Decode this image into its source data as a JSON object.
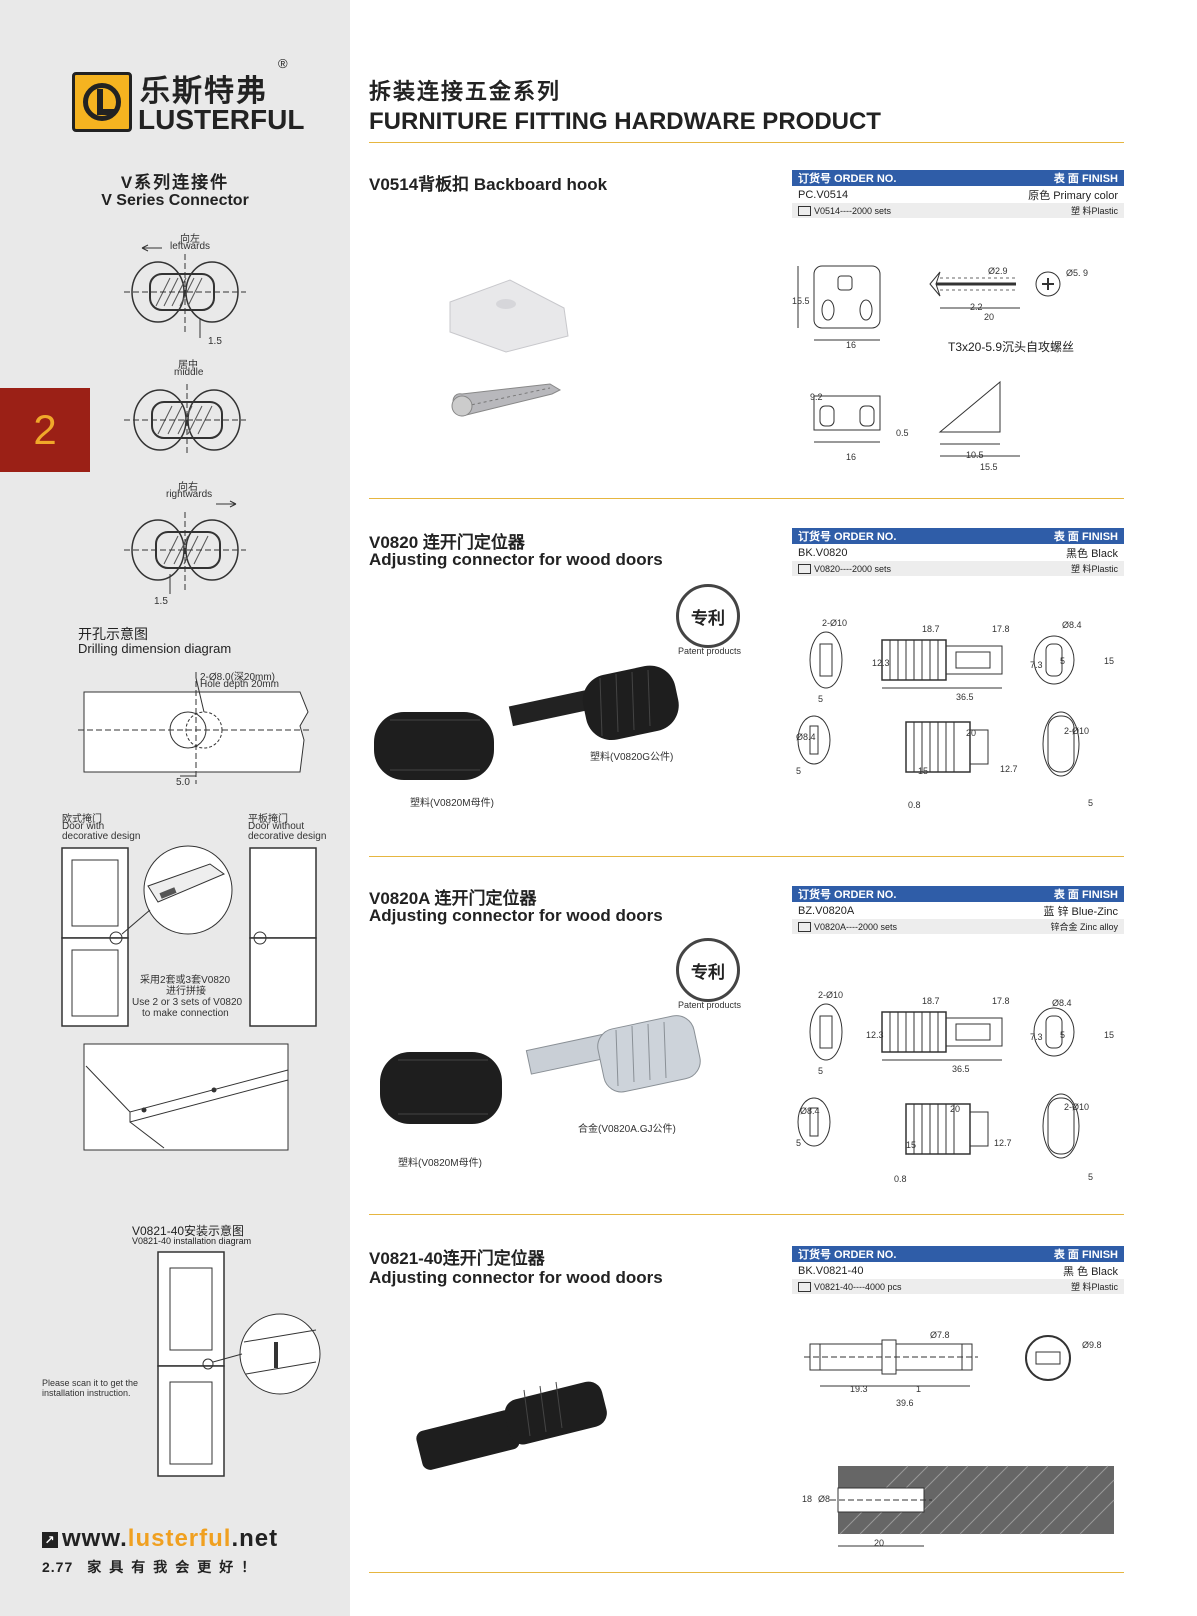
{
  "brand": {
    "cn": "乐斯特弗",
    "en": "LUSTERFUL",
    "reg": "®"
  },
  "header": {
    "title_cn": "拆装连接五金系列",
    "title_en": "FURNITURE FITTING HARDWARE PRODUCT"
  },
  "sidebar": {
    "series_cn": "V系列连接件",
    "series_en": "V Series Connector",
    "tab_number": "2",
    "dir_left_cn": "向左",
    "dir_left_en": "leftwards",
    "dir_mid_cn": "居中",
    "dir_mid_en": "middle",
    "dir_right_cn": "向右",
    "dir_right_en": "rightwards",
    "dim_15a": "1.5",
    "dim_15b": "1.5",
    "drill_cn": "开孔示意图",
    "drill_en": "Drilling dimension diagram",
    "drill_note1": "2-Ø8.0(深20mm)",
    "drill_note2": "Hole depth 20mm",
    "drill_dim": "5.0",
    "door1_cn": "欧式掩门",
    "door1_en1": "Door with",
    "door1_en2": "decorative design",
    "door2_cn": "平板掩门",
    "door2_en1": "Door without",
    "door2_en2": "decorative design",
    "use_cn1": "采用2套或3套V0820",
    "use_cn2": "进行拼接",
    "use_en1": "Use 2 or 3 sets of V0820",
    "use_en2": "to make connection",
    "install_cn": "V0821-40安装示意图",
    "install_en": "V0821-40 installation diagram",
    "scan1": "Please scan it to get the",
    "scan2": "installation instruction.",
    "website_pre": "www.",
    "website_hl": "lusterful",
    "website_post": ".net",
    "slogan_num": "2.77",
    "slogan": "家具有我会更好！"
  },
  "order_hdr": {
    "order": "订货号 ORDER NO.",
    "finish": "表 面 FINISH"
  },
  "products": [
    {
      "title1": "V0514背板扣 Backboard hook",
      "title2": "",
      "order_no": "PC.V0514",
      "finish": "原色 Primary color",
      "pack": "V0514----2000 sets",
      "material": "塑 料Plastic",
      "screw_label": "T3x20-5.9沉头自攻螺丝",
      "dims": {
        "a": "15.5",
        "b": "16",
        "c": "Ø2.9",
        "d": "Ø5. 9",
        "e": "2.2",
        "f": "20",
        "g": "9.2",
        "h": "0.5",
        "i": "16",
        "j": "10.5",
        "k": "15.5"
      }
    },
    {
      "title1": "V0820 连开门定位器",
      "title2": "Adjusting connector for wood doors",
      "order_no": "BK.V0820",
      "finish": "黑色 Black",
      "pack": "V0820----2000 sets",
      "material": "塑 料Plastic",
      "part_m": "塑料(V0820M母件)",
      "part_g": "塑料(V0820G公件)",
      "patent": "专利",
      "patent_en": "Patent products"
    },
    {
      "title1": "V0820A 连开门定位器",
      "title2": "Adjusting connector for wood doors",
      "order_no": "BZ.V0820A",
      "finish": "蓝 锌 Blue-Zinc",
      "pack": "V0820A----2000 sets",
      "material": "锌合金 Zinc alloy",
      "part_m": "塑料(V0820M母件)",
      "part_g": "合金(V0820A.GJ公件)",
      "patent": "专利",
      "patent_en": "Patent products"
    },
    {
      "title1": "V0821-40连开门定位器",
      "title2": "Adjusting connector for wood doors",
      "order_no": "BK.V0821-40",
      "finish": "黑 色  Black",
      "pack": "V0821-40----4000 pcs",
      "material": "塑 料Plastic"
    }
  ],
  "dims820": {
    "d1": "2-Ø10",
    "d2": "18.7",
    "d3": "17.8",
    "d4": "Ø8.4",
    "d5": "12.3",
    "d6": "5",
    "d7": "7.3",
    "d8": "5",
    "d9": "15",
    "d10": "36.5",
    "d11": "Ø8.4",
    "d12": "5",
    "d13": "20",
    "d14": "15",
    "d15": "12.7",
    "d16": "0.8",
    "d17": "2-Ø10",
    "d18": "5"
  },
  "dims821": {
    "a": "Ø7.8",
    "b": "Ø9.8",
    "c": "19.3",
    "d": "1",
    "e": "39.6",
    "f": "18",
    "g": "Ø8",
    "h": "20"
  }
}
